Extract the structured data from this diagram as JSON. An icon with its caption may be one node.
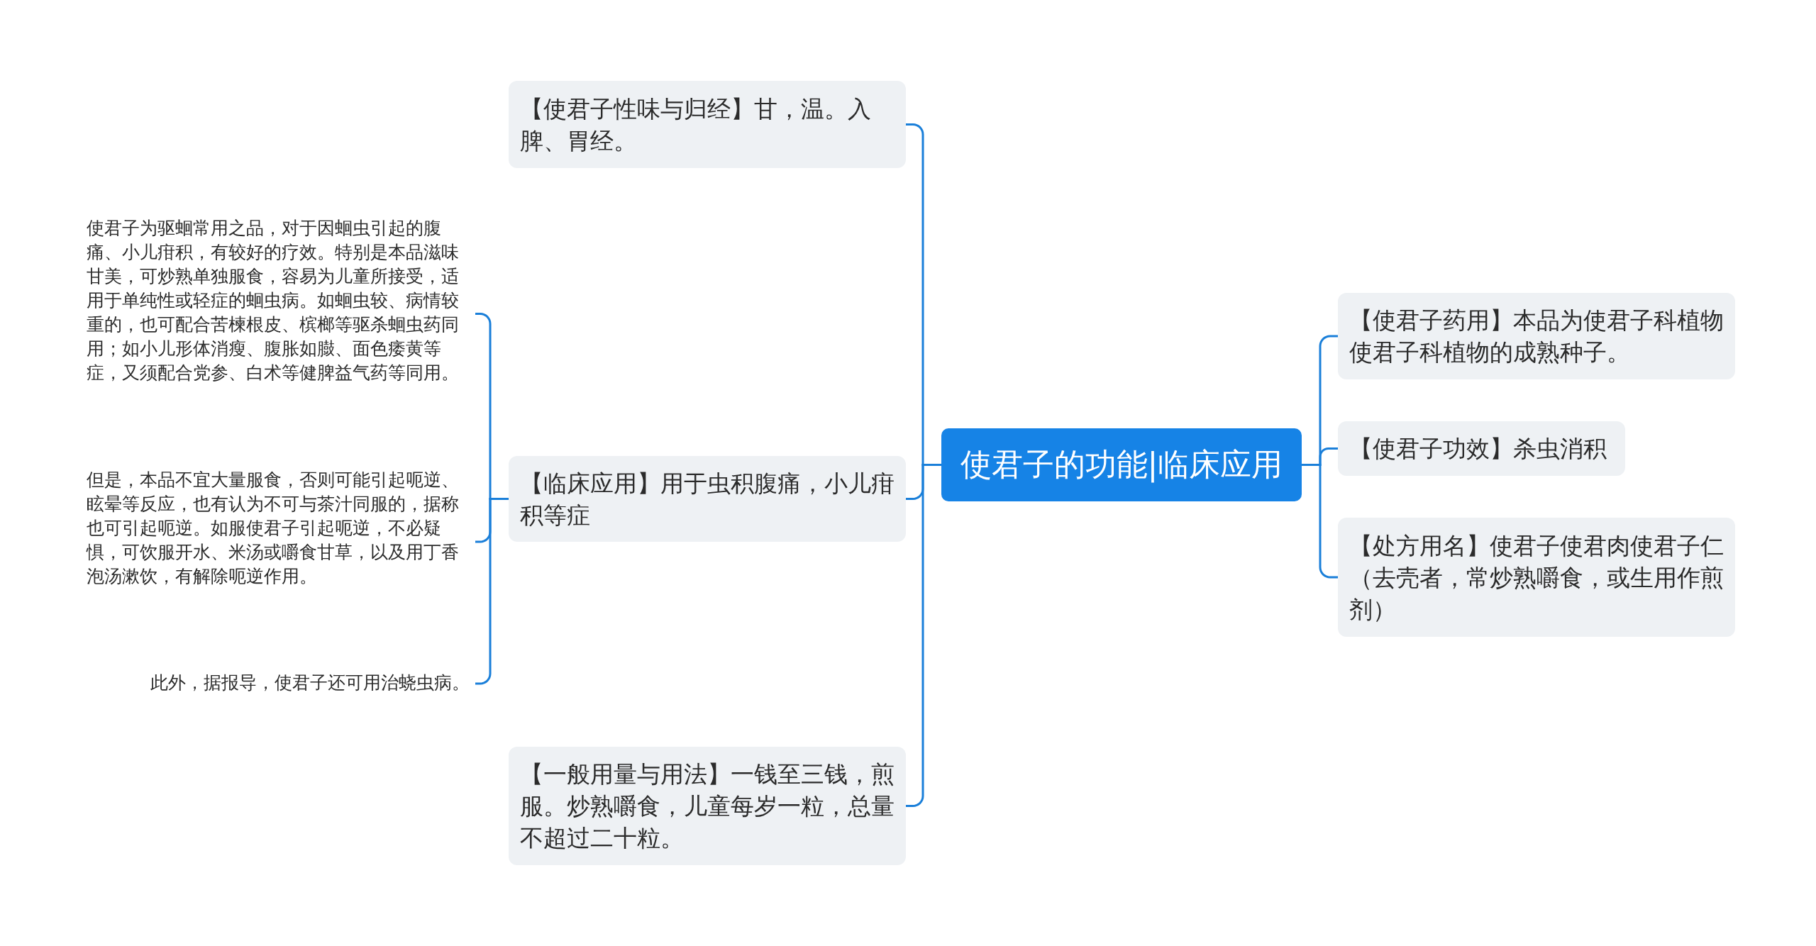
{
  "diagram": {
    "nodes": [
      {
        "text": [
          "使君子的功能|临床应用"
        ]
      },
      {
        "text": [
          "【使君子性味与归经】甘，温。入脾、胃经。"
        ]
      },
      {
        "text": [
          "【临床应用】用于虫积腹痛，小儿疳积等症"
        ]
      },
      {
        "text": [
          "使君子为驱蛔常用之品，对于因蛔虫引起的腹痛、小儿疳积，有较好的疗效。特别是本品滋味甘美，可炒熟单独服食，容易为儿童所接受，适用于单纯性或轻症的蛔虫病。如蛔虫较、病情较重的，也可配合苦楝根皮、槟榔等驱杀蛔虫药同用；如小儿形体消瘦、腹胀如臌、面色痿黄等症，又须配合党参、白术等健脾益气药等同用。"
        ]
      },
      {
        "text": [
          "但是，本品不宜大量服食，否则可能引起呃逆、眩晕等反应，也有认为不可与茶汁同服的，据称也可引起呃逆。如服使君子引起呃逆，不必疑惧，可饮服开水、米汤或嚼食甘草，以及用丁香泡汤漱饮，有解除呃逆作用。"
        ]
      },
      {
        "text": [
          "此外，据报导，使君子还可用治蛲虫病。"
        ]
      },
      {
        "text": [
          "【一般用量与用法】一钱至三钱，煎服。炒熟嚼食，儿童每岁一粒，总量不超过二十粒。"
        ]
      },
      {
        "text": [
          "【使君子药用】本品为使君子科植物使君子科植物的成熟种子。"
        ]
      },
      {
        "text": [
          "【使君子功效】杀虫消积"
        ]
      },
      {
        "text": [
          "【处方用名】使君子使君肉使君子仁（去壳者，常炒熟嚼食，或生用作煎剂）"
        ]
      }
    ],
    "edges": [
      {
        "from": 0,
        "to": 1,
        "arrow": "none"
      },
      {
        "from": 0,
        "to": 2,
        "arrow": "none"
      },
      {
        "from": 2,
        "to": 3,
        "arrow": "none"
      },
      {
        "from": 2,
        "to": 4,
        "arrow": "none"
      },
      {
        "from": 2,
        "to": 5,
        "arrow": "none"
      },
      {
        "from": 0,
        "to": 6,
        "arrow": "none"
      },
      {
        "from": 0,
        "to": 7,
        "arrow": "none"
      },
      {
        "from": 0,
        "to": 8,
        "arrow": "none"
      },
      {
        "from": 0,
        "to": 9,
        "arrow": "none"
      }
    ]
  }
}
